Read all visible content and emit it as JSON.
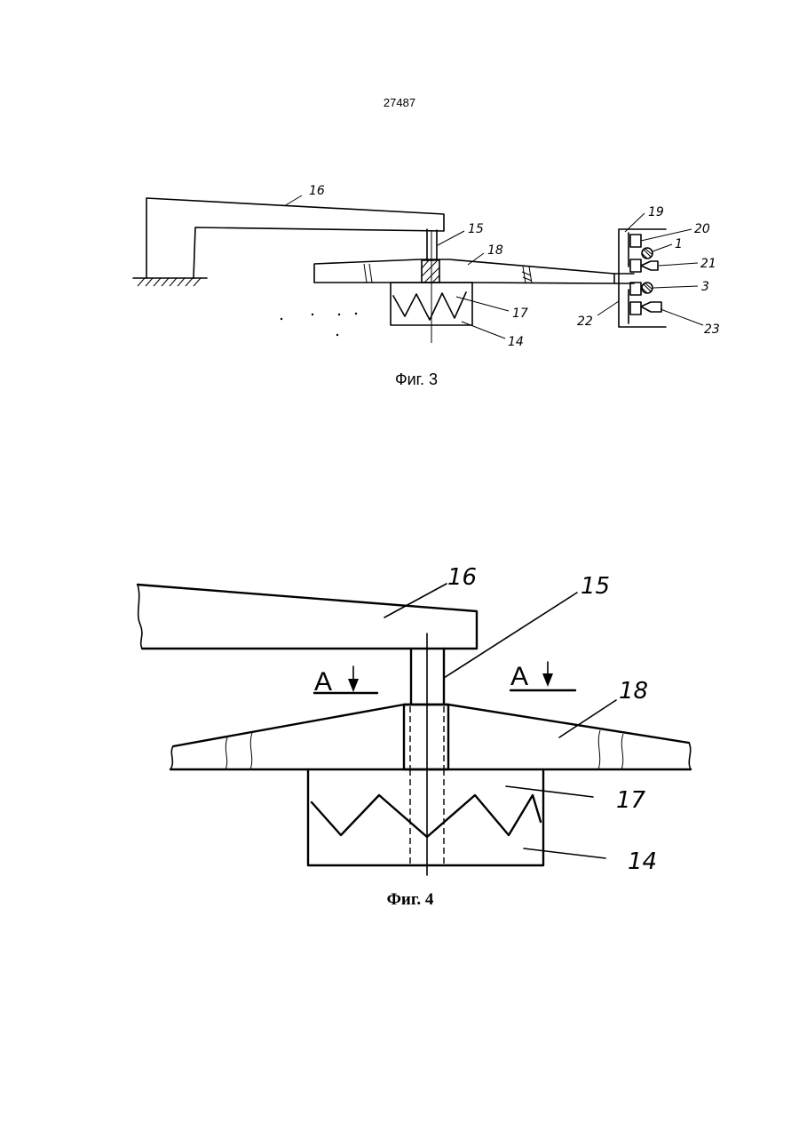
{
  "page": {
    "number": "27487"
  },
  "figure3": {
    "caption": "Фиг. 3",
    "labels": {
      "l16": "16",
      "l15": "15",
      "l18": "18",
      "l17": "17",
      "l14": "14",
      "l19": "19",
      "l20": "20",
      "l1": "1",
      "l21": "21",
      "l3": "3",
      "l22": "22",
      "l23": "23"
    }
  },
  "figure4": {
    "caption": "Фиг. 4",
    "section_left": "A",
    "section_right": "A",
    "labels": {
      "l16": "16",
      "l15": "15",
      "l18": "18",
      "l17": "17",
      "l14": "14"
    }
  }
}
